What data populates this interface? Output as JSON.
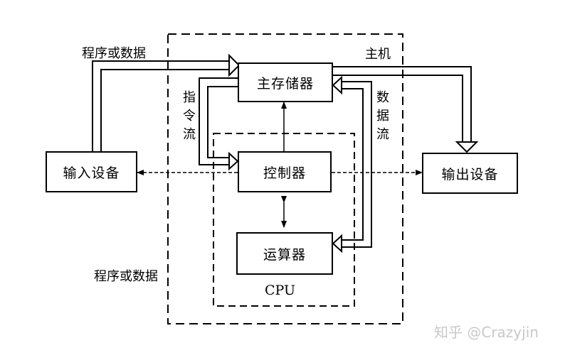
{
  "nodes": {
    "main_memory": "主存储器",
    "controller": "控制器",
    "alu": "运算器",
    "input_device": "输入设备",
    "output_device": "输出设备"
  },
  "labels": {
    "host": "主机",
    "cpu": "CPU",
    "program_or_data_top": "程序或数据",
    "program_or_data_bottom": "程序或数据",
    "instruction_flow": "指令流",
    "data_flow": "数据流"
  },
  "watermark": "知乎 @Crazyjin",
  "colors": {
    "line": "#000000",
    "background": "#ffffff",
    "watermark": "#c8c8c8"
  }
}
